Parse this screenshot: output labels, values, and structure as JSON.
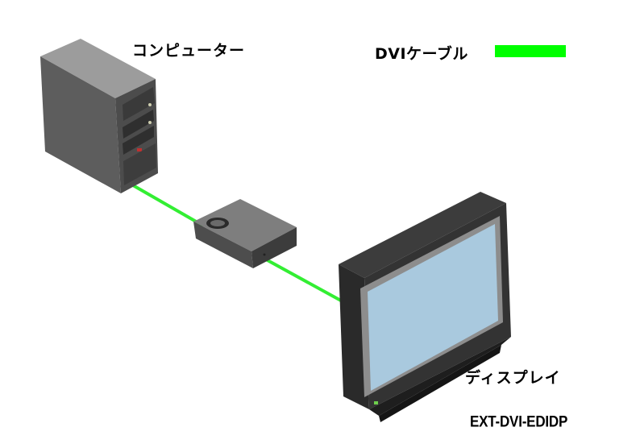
{
  "labels": {
    "computer": "コンピューター",
    "display": "ディスプレイ",
    "model": "EXT-DVI-EDIDP"
  },
  "legend": {
    "cable_label": "DVIケーブル",
    "cable_color": "#00ff00"
  },
  "icons": {
    "computer": "computer-tower-icon",
    "device": "edid-device-icon",
    "display": "flat-panel-display-icon"
  }
}
